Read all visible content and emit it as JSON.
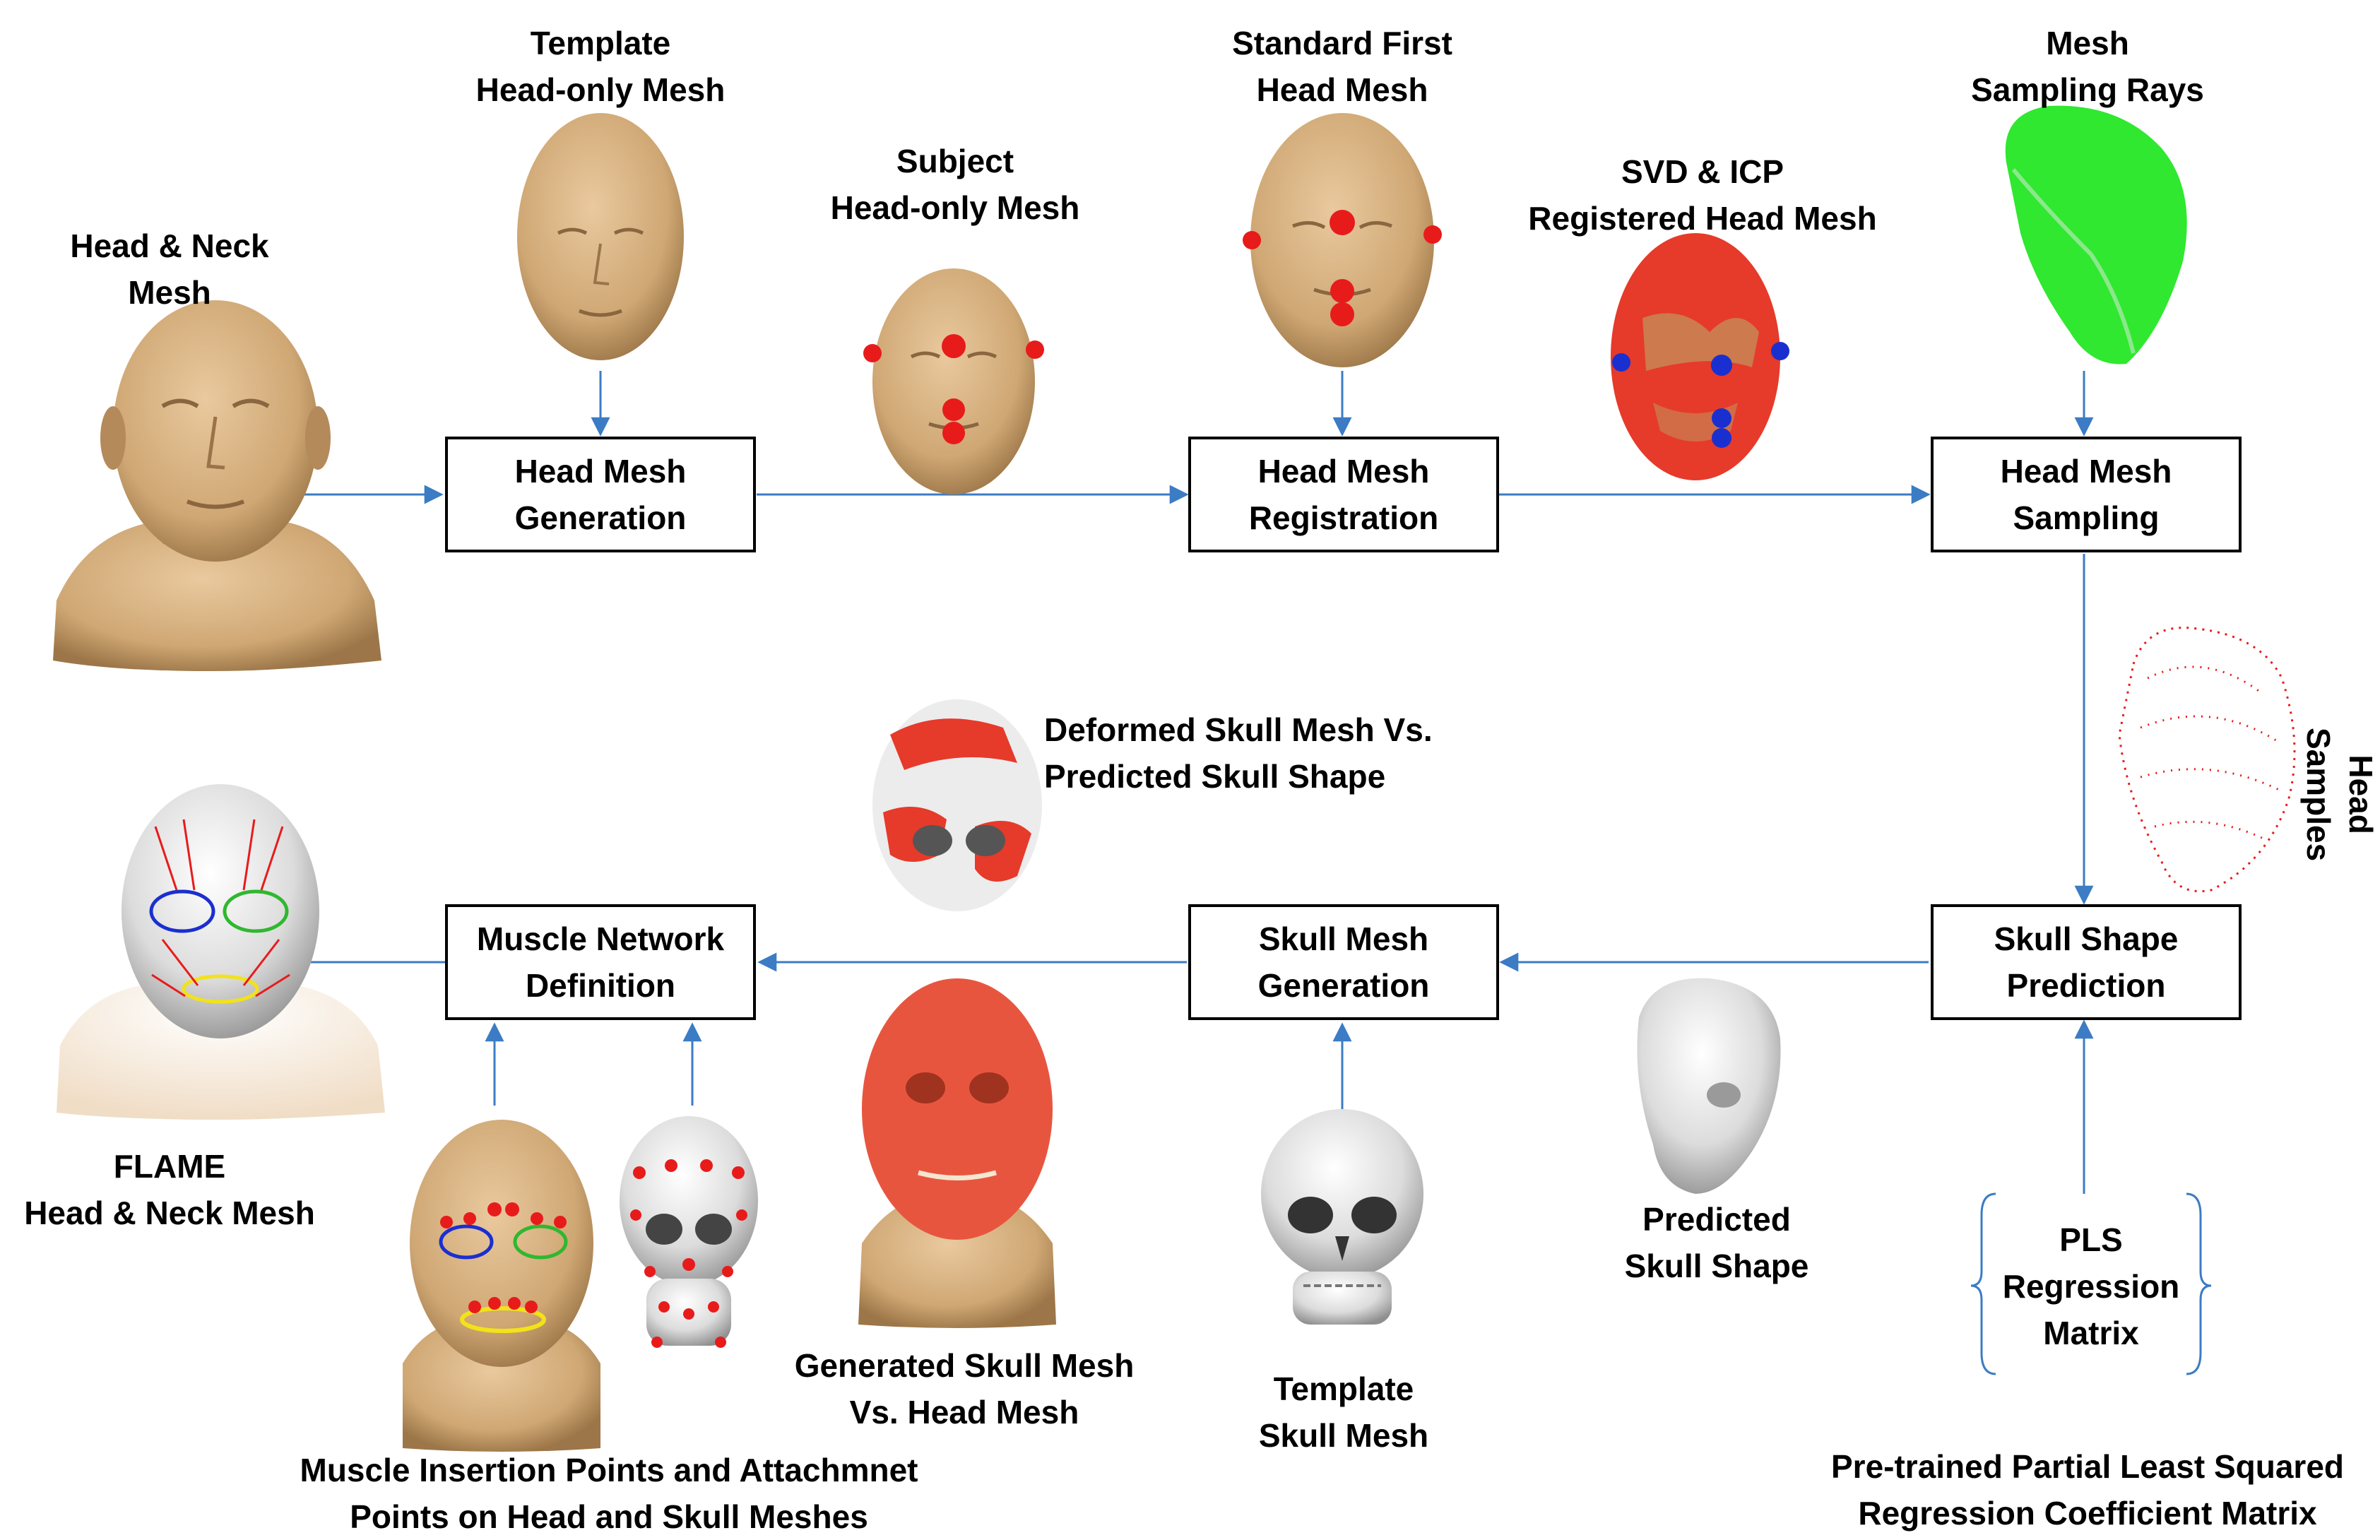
{
  "colors": {
    "arrow": "#3b7cc4",
    "skin": "#d6b184",
    "skin_dark": "#a67e52",
    "landmark_red": "#e81b1b",
    "landmark_blue": "#1a2fd0",
    "sampling_green": "#2fe82f",
    "skull_gray": "#dcdcdc",
    "mesh_red": "#e63a2a"
  },
  "labels": {
    "head_neck_mesh": [
      "Head & Neck",
      "Mesh"
    ],
    "template_head_only": [
      "Template",
      "Head-only Mesh"
    ],
    "subject_head_only": [
      "Subject",
      "Head-only Mesh"
    ],
    "standard_first_head": [
      "Standard First",
      "Head Mesh"
    ],
    "svd_icp": [
      "SVD & ICP",
      "Registered Head Mesh"
    ],
    "mesh_sampling_rays": [
      "Mesh",
      "Sampling Rays"
    ],
    "head_samples": [
      "Head",
      "Samples"
    ],
    "deformed_vs_predicted": [
      "Deformed Skull Mesh Vs.",
      "Predicted Skull Shape"
    ],
    "flame": [
      "FLAME",
      "Head & Neck Mesh"
    ],
    "generated_vs_head": [
      "Generated Skull Mesh",
      "Vs. Head Mesh"
    ],
    "template_skull": [
      "Template",
      "Skull Mesh"
    ],
    "predicted_skull": [
      "Predicted",
      "Skull Shape"
    ],
    "muscle_points": [
      "Muscle Insertion Points and Attachmnet",
      "Points on Head and Skull Meshes"
    ],
    "pretrained_pls": [
      "Pre-trained Partial Least Squared",
      "Regression Coefficient Matrix"
    ],
    "pls_matrix": [
      "PLS",
      "Regression",
      "Matrix"
    ]
  },
  "boxes": {
    "head_mesh_generation": [
      "Head Mesh",
      "Generation"
    ],
    "head_mesh_registration": [
      "Head Mesh",
      "Registration"
    ],
    "head_mesh_sampling": [
      "Head Mesh",
      "Sampling"
    ],
    "skull_shape_prediction": [
      "Skull Shape",
      "Prediction"
    ],
    "skull_mesh_generation": [
      "Skull Mesh",
      "Generation"
    ],
    "muscle_network_definition": [
      "Muscle Network",
      "Definition"
    ]
  }
}
